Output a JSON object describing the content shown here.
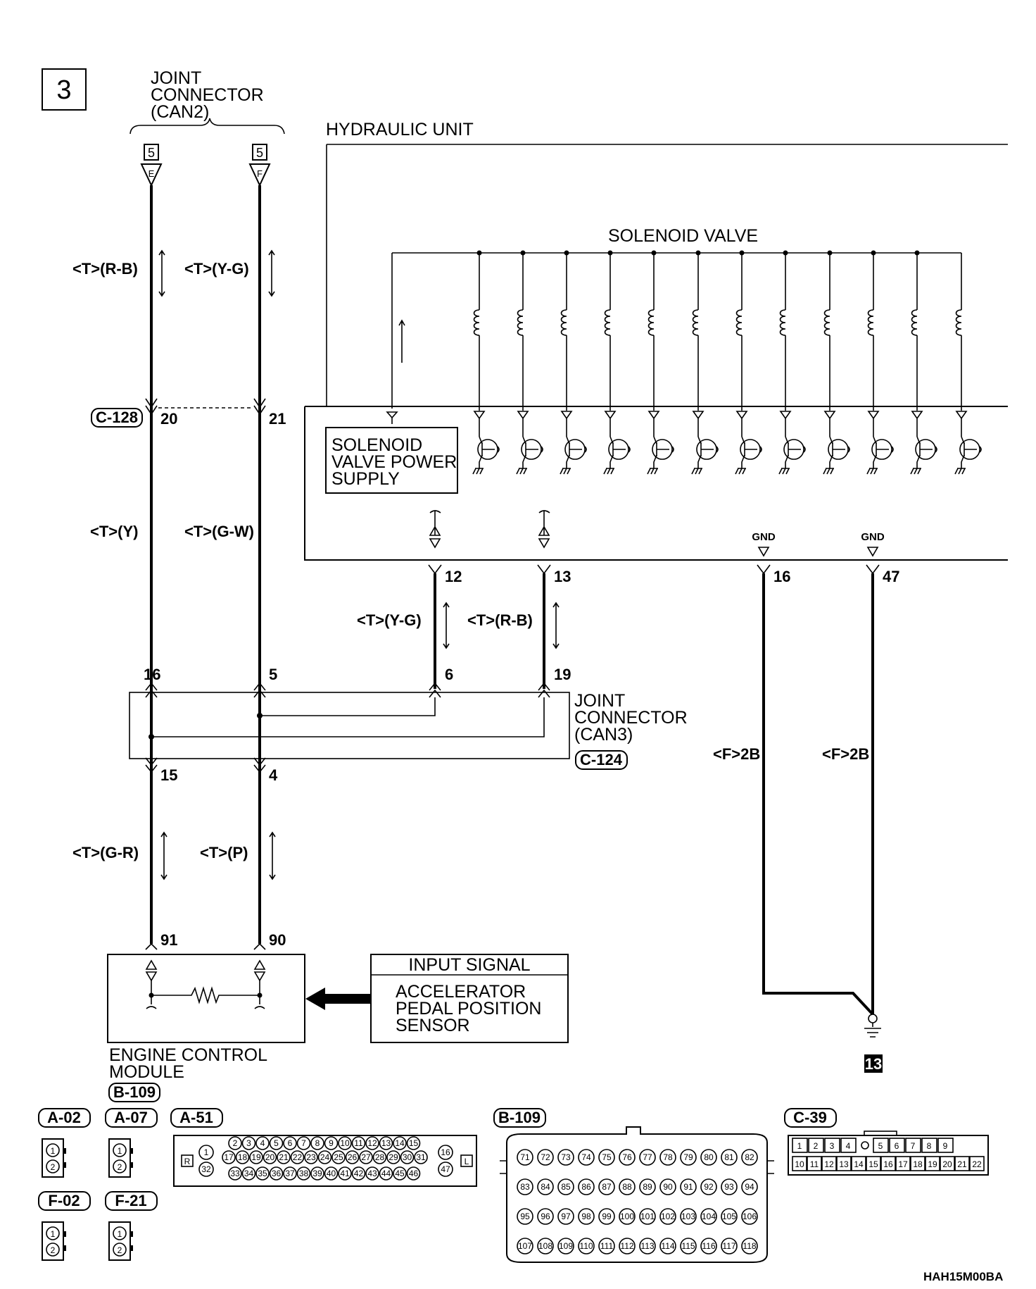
{
  "page_number": "3",
  "joint_connector_can2": {
    "lines": [
      "JOINT",
      "CONNECTOR",
      "(CAN2)"
    ],
    "marker": "5",
    "pin_e": "E",
    "pin_f": "F"
  },
  "hydraulic_unit": {
    "title": "HYDRAULIC UNIT",
    "solenoid_label": "SOLENOID VALVE",
    "power_supply_lines": [
      "SOLENOID",
      "VALVE POWER",
      "SUPPLY"
    ],
    "gnd": "GND"
  },
  "wires": {
    "rb": "<T>(R-B)",
    "yg": "<T>(Y-G)",
    "y": "<T>(Y)",
    "gw": "<T>(G-W)",
    "gr": "<T>(G-R)",
    "p": "<T>(P)",
    "f2b": "<F>2B"
  },
  "connectors": {
    "c128": "C-128",
    "c124": "C-124",
    "b109": "B-109"
  },
  "pins": {
    "p20": "20",
    "p21": "21",
    "p12": "12",
    "p13": "13",
    "p16a": "16",
    "p47": "47",
    "p16": "16",
    "p5": "5",
    "p6": "6",
    "p19": "19",
    "p15": "15",
    "p4": "4",
    "p91": "91",
    "p90": "90"
  },
  "joint_connector_can3": {
    "lines": [
      "JOINT",
      "CONNECTOR",
      "(CAN3)"
    ]
  },
  "input_signal": {
    "title": "INPUT SIGNAL",
    "lines": [
      "ACCELERATOR",
      "PEDAL POSITION",
      "SENSOR"
    ]
  },
  "ecm": {
    "lines": [
      "ENGINE CONTROL",
      "MODULE"
    ]
  },
  "ground_number": "13",
  "connector_views": {
    "a02": "A-02",
    "a07": "A-07",
    "a51": "A-51",
    "f02": "F-02",
    "f21": "F-21",
    "b109": "B-109",
    "c39": "C-39",
    "a51_rows": {
      "r1": [
        "2",
        "3",
        "4",
        "5",
        "6",
        "7",
        "8",
        "9",
        "10",
        "11",
        "12",
        "13",
        "14",
        "15"
      ],
      "r2": [
        "17",
        "18",
        "19",
        "20",
        "21",
        "22",
        "23",
        "24",
        "25",
        "26",
        "27",
        "28",
        "29",
        "30",
        "31"
      ],
      "r3": [
        "33",
        "34",
        "35",
        "36",
        "37",
        "38",
        "39",
        "40",
        "41",
        "42",
        "43",
        "44",
        "45",
        "46"
      ],
      "left1": "1",
      "left2": "32",
      "right1": "16",
      "right2": "47",
      "mark_r": "R",
      "mark_l": "L"
    },
    "b109_rows": {
      "r1": [
        "71",
        "72",
        "73",
        "74",
        "75",
        "76",
        "77",
        "78",
        "79",
        "80",
        "81",
        "82"
      ],
      "r2": [
        "83",
        "84",
        "85",
        "86",
        "87",
        "88",
        "89",
        "90",
        "91",
        "92",
        "93",
        "94"
      ],
      "r3": [
        "95",
        "96",
        "97",
        "98",
        "99",
        "100",
        "101",
        "102",
        "103",
        "104",
        "105",
        "106"
      ],
      "r4": [
        "107",
        "108",
        "109",
        "110",
        "111",
        "112",
        "113",
        "114",
        "115",
        "116",
        "117",
        "118"
      ]
    },
    "c39_rows": {
      "r1": [
        "1",
        "2",
        "3",
        "4",
        "",
        "5",
        "6",
        "7",
        "8",
        "9"
      ],
      "r2": [
        "10",
        "11",
        "12",
        "13",
        "14",
        "15",
        "16",
        "17",
        "18",
        "19",
        "20",
        "21",
        "22"
      ]
    },
    "two_pin": [
      "1",
      "2"
    ]
  },
  "figure_code": "HAH15M00BA"
}
